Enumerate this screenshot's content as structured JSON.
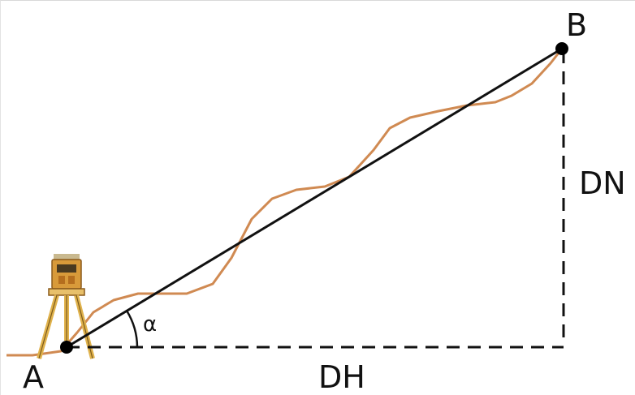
{
  "labels": {
    "point_b": "B",
    "point_a": "A",
    "horizontal_distance": "DH",
    "vertical_distance": "DN",
    "angle": "α"
  },
  "colors": {
    "line": "#111111",
    "terrain": "#d08a52",
    "instrument_body": "#d89a3a",
    "instrument_dark": "#4a3a20",
    "point": "#000000"
  },
  "icons": {
    "instrument": "total-station-tripod-icon"
  }
}
